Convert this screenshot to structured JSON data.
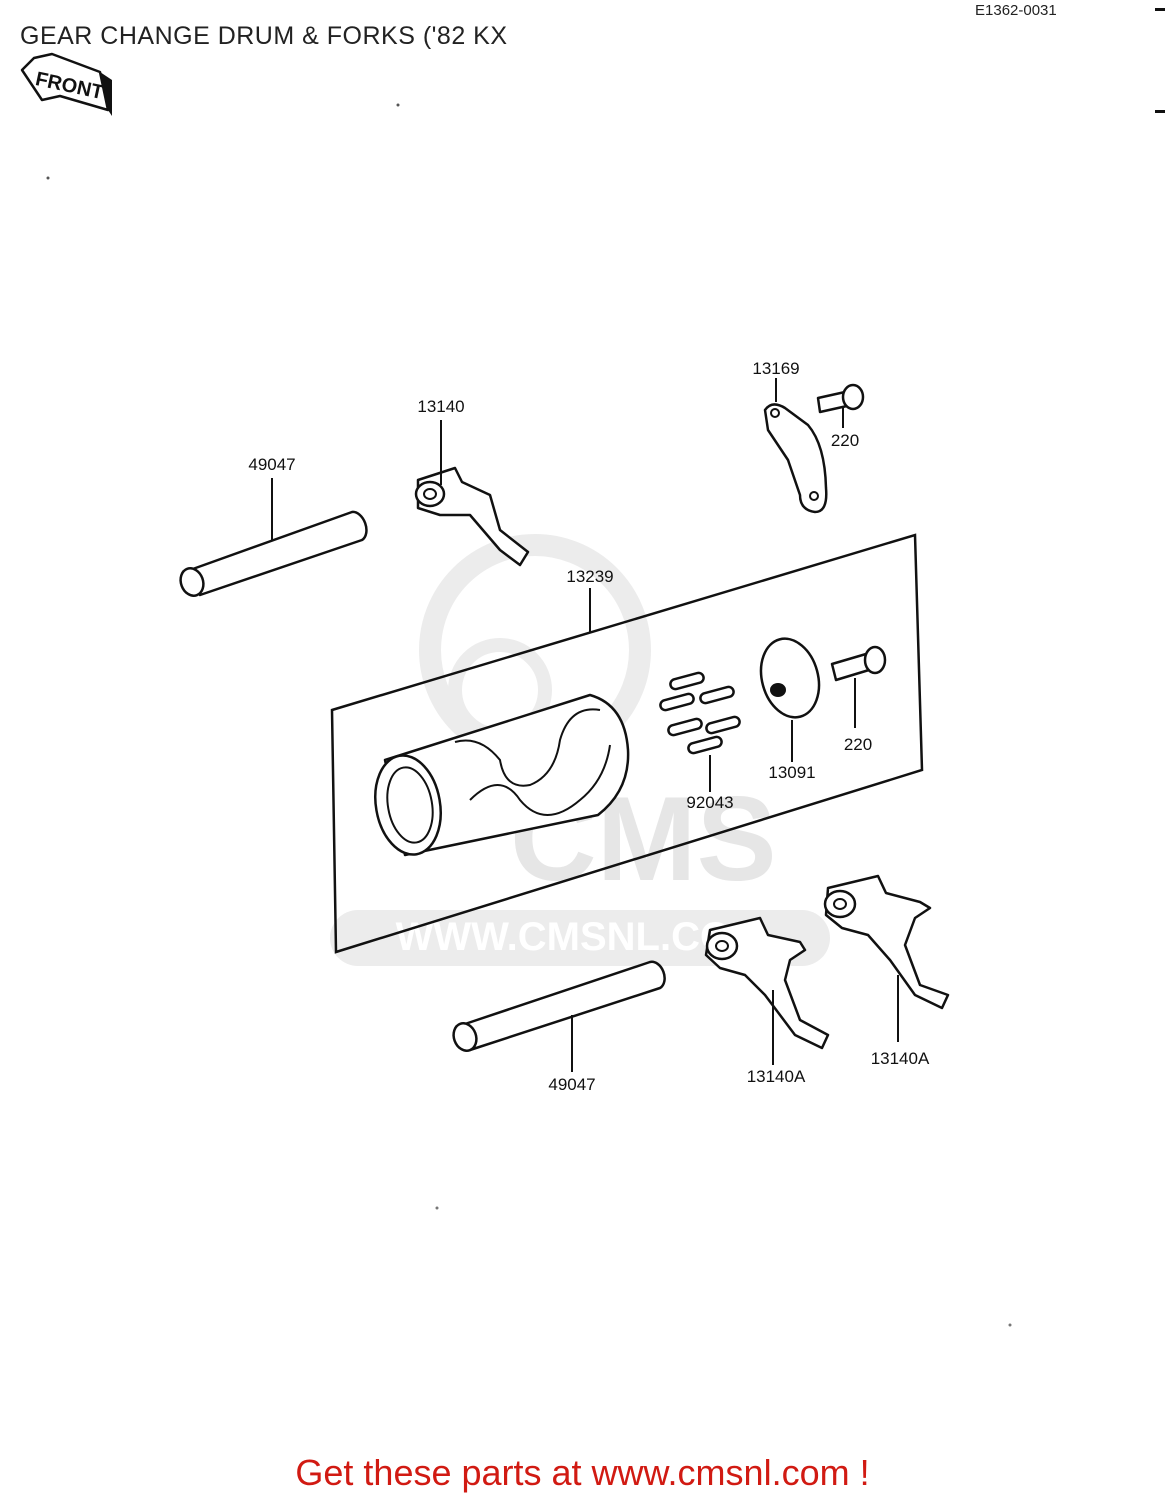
{
  "header": {
    "title": "GEAR CHANGE DRUM & FORKS ('82 KX",
    "diagram_code": "E1362-0031"
  },
  "front_badge": {
    "label": "FRONT",
    "icon": "front-arrow-icon"
  },
  "watermark": {
    "url_text": "WWW.CMSNL.COM",
    "logo_text": "CMS"
  },
  "parts": {
    "shaft_upper": "49047",
    "fork_upper": "13140",
    "plate": "13169",
    "bolt_upper": "220",
    "drum_assembly": "13239",
    "pins": "92043",
    "holder": "13091",
    "bolt_lower": "220",
    "shaft_lower": "49047",
    "fork_lower_left": "13140A",
    "fork_lower_right": "13140A"
  },
  "footer": {
    "promo": "Get these parts at www.cmsnl.com !"
  }
}
